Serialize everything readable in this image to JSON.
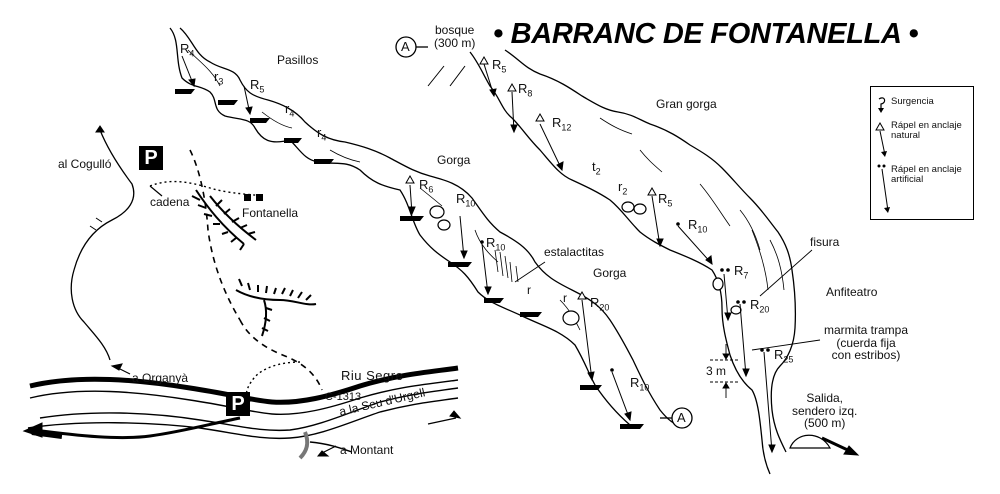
{
  "title": "• BARRANC DE FONTANELLA •",
  "labels": {
    "bosque": "bosque",
    "bosque_alt": "(300 m)",
    "pasillos": "Pasillos",
    "gorga1": "Gorga",
    "gran_gorga": "Gran gorga",
    "gorga2": "Gorga",
    "estalactitas": "estalactitas",
    "fisura": "fisura",
    "anfiteatro": "Anfiteatro",
    "marmita1": "marmita trampa",
    "marmita2": "(cuerda fija",
    "marmita3": "con estribos)",
    "three_m": "3 m",
    "salida1": "Salida,",
    "salida2": "sendero izq.",
    "salida3": "(500 m)",
    "al_cogullo": "al Cogulló",
    "cadena": "cadena",
    "fontanella": "Fontanella",
    "riu_segre": "Riu Segre",
    "road": "C-1313",
    "a_organya": "a Organyà",
    "a_seu": "a la Seu d'Urgell",
    "a_montant": "a Montant",
    "parking": "P",
    "point_a": "A",
    "r_small": "r",
    "t2": "t",
    "t2_sub": "2"
  },
  "rappels": [
    {
      "base": "R",
      "sub": "4"
    },
    {
      "base": "r",
      "sub": "3"
    },
    {
      "base": "R",
      "sub": "5"
    },
    {
      "base": "r",
      "sub": "4"
    },
    {
      "base": "r",
      "sub": "4"
    },
    {
      "base": "R",
      "sub": "6"
    },
    {
      "base": "R",
      "sub": "10"
    },
    {
      "base": "R",
      "sub": "10"
    },
    {
      "base": "R",
      "sub": "20"
    },
    {
      "base": "R",
      "sub": "10"
    },
    {
      "base": "R",
      "sub": "5"
    },
    {
      "base": "R",
      "sub": "8"
    },
    {
      "base": "R",
      "sub": "12"
    },
    {
      "base": "r",
      "sub": "2"
    },
    {
      "base": "R",
      "sub": "5"
    },
    {
      "base": "R",
      "sub": "10"
    },
    {
      "base": "R",
      "sub": "7"
    },
    {
      "base": "R",
      "sub": "20"
    },
    {
      "base": "R",
      "sub": "25"
    }
  ],
  "legend": {
    "surgencia": "Surgencia",
    "rapel_natural": "Rápel en anclaje natural",
    "rapel_artificial": "Rápel en anclaje artificial"
  },
  "icons": [
    "parking-icon",
    "start-marker-icon",
    "end-marker-icon",
    "surgencia-icon",
    "natural-anchor-icon",
    "artificial-anchor-icon",
    "village-icon",
    "exit-arrow-icon"
  ],
  "colors": {
    "ink": "#000000",
    "paper": "#ffffff"
  }
}
